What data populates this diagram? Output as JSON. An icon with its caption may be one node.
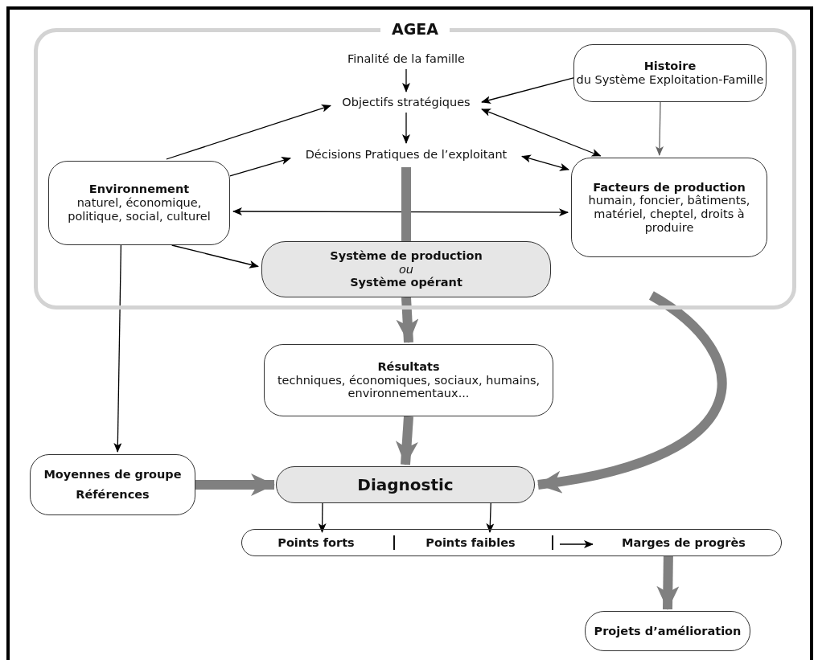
{
  "diagram": {
    "nodes": [
      {
        "text": [
          "AGEA"
        ]
      },
      {
        "text": [
          "Finalité de la famille"
        ],
        "in": 0
      },
      {
        "text": [
          "Objectifs stratégiques"
        ],
        "in": 0
      },
      {
        "text": [
          "Histoire",
          "du Système Exploitation-Famille"
        ],
        "in": 0
      },
      {
        "text": [
          "Décisions Pratiques de l’exploitant"
        ],
        "in": 0
      },
      {
        "text": [
          "Environnement",
          "naturel, économique, politique, social, culturel"
        ],
        "in": 0
      },
      {
        "text": [
          "Facteurs de production",
          "humain, foncier, bâtiments, matériel, cheptel, droits à produire"
        ],
        "in": 0
      },
      {
        "text": [
          "Système de production",
          "ou",
          "Système opérant"
        ],
        "in": 0
      },
      {
        "text": [
          "Résultats",
          "techniques, économiques, sociaux, humains, environnementaux..."
        ]
      },
      {
        "text": [
          "Moyennes de groupe",
          "Références"
        ]
      },
      {
        "text": [
          "Diagnostic"
        ]
      },
      {
        "text": [],
        "shape": "box"
      },
      {
        "text": [
          "Points forts"
        ],
        "in": 11
      },
      {
        "text": [
          "Points faibles"
        ],
        "in": 11
      },
      {
        "text": [
          "Marges de progrès"
        ],
        "in": 11
      },
      {
        "text": [
          "Projets d’amélioration"
        ]
      }
    ],
    "edges": [
      {
        "from": 1,
        "to": 2,
        "arrow": "to"
      },
      {
        "from": 2,
        "to": 4,
        "arrow": "to"
      },
      {
        "from": 3,
        "to": 2,
        "arrow": "to"
      },
      {
        "from": 3,
        "to": 6,
        "arrow": "to",
        "color": "#666666"
      },
      {
        "from": 2,
        "to": 6,
        "arrow": "both"
      },
      {
        "from": 4,
        "to": 6,
        "arrow": "both"
      },
      {
        "from": 5,
        "to": 2,
        "arrow": "to"
      },
      {
        "from": 5,
        "to": 4,
        "arrow": "to"
      },
      {
        "from": 5,
        "to": 6,
        "arrow": "both"
      },
      {
        "from": 5,
        "to": 7,
        "arrow": "to"
      },
      {
        "from": 4,
        "to": 7,
        "arrow": "none",
        "style": "thick",
        "color": "#808080"
      },
      {
        "from": 5,
        "to": 9,
        "arrow": "to"
      },
      {
        "from": 7,
        "to": 8,
        "arrow": "to",
        "style": "thick",
        "color": "#808080"
      },
      {
        "from": 8,
        "to": 10,
        "arrow": "to",
        "style": "thick",
        "color": "#808080"
      },
      {
        "from": 9,
        "to": 10,
        "arrow": "to",
        "style": "thick",
        "color": "#808080"
      },
      {
        "from": 0,
        "to": 10,
        "arrow": "to",
        "style": "thick",
        "color": "#808080"
      },
      {
        "from": 10,
        "to": 12,
        "arrow": "to"
      },
      {
        "from": 10,
        "to": 13,
        "arrow": "to"
      },
      {
        "from": 13,
        "to": 14,
        "arrow": "to"
      },
      {
        "from": 11,
        "to": 15,
        "arrow": "to",
        "style": "thick",
        "color": "#808080"
      }
    ]
  }
}
